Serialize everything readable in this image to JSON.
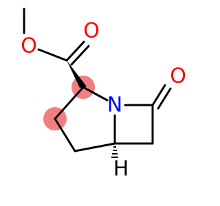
{
  "molecule": {
    "atoms": {
      "o_ether": {
        "symbol": "O",
        "color": "#ff0000"
      },
      "o_carbonyl_ester": {
        "symbol": "O",
        "color": "#ff0000"
      },
      "o_carbonyl_lactam": {
        "symbol": "O",
        "color": "#ff0000"
      },
      "n_ring": {
        "symbol": "N",
        "color": "#0000ff"
      },
      "h_stereo": {
        "symbol": "H",
        "color": "#000000"
      }
    },
    "highlight_color": "#f08080",
    "bond_color": "#000000"
  }
}
